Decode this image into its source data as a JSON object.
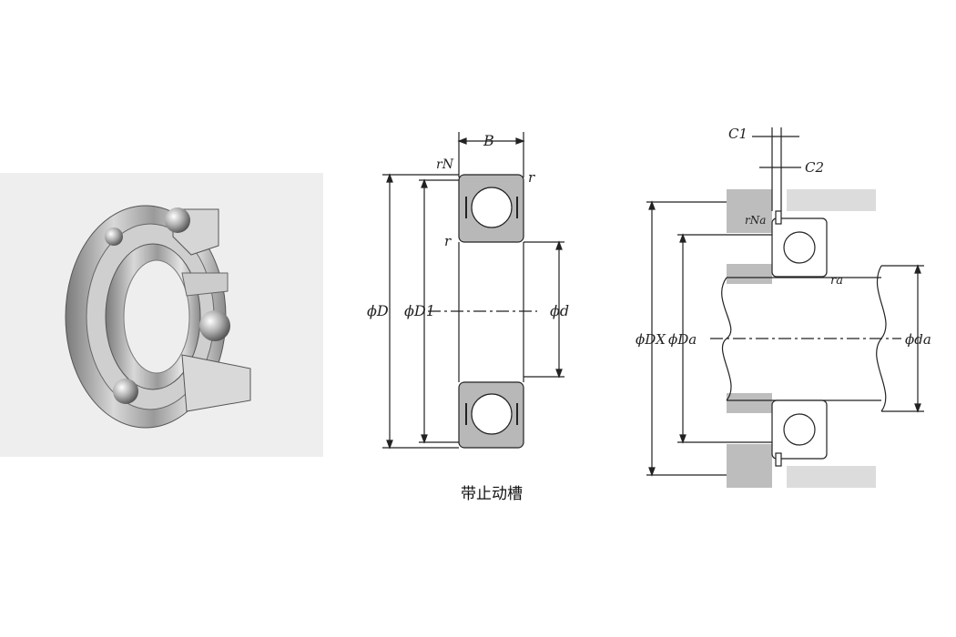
{
  "photo": {
    "icon": "deep-groove-ball-bearing-cutaway-photo"
  },
  "section_drawing": {
    "labels": {
      "B": "B",
      "rN": "rN",
      "r_top": "r",
      "r_left": "r",
      "phiD": "ϕD",
      "phiD1": "ϕD1",
      "phid": "ϕd"
    },
    "caption": "带止动槽"
  },
  "mounting_drawing": {
    "labels": {
      "C1": "C1",
      "C2": "C2",
      "rNa": "rNa",
      "ra": "ra",
      "phiDX": "ϕDX",
      "phiDa": "ϕDa",
      "phida": "ϕda"
    }
  },
  "colors": {
    "ring_fill": "#b8b8b8",
    "housing_fill": "#bdbdbd",
    "shoulder_fill": "#dcdcdc",
    "line": "#222222"
  }
}
